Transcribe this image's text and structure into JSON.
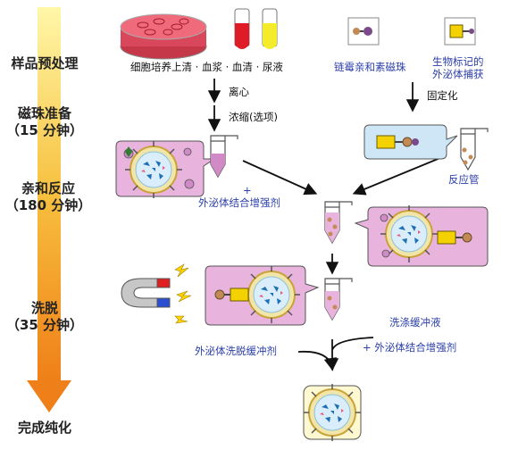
{
  "steps": [
    {
      "label": "样品预处理",
      "time": ""
    },
    {
      "label": "磁珠准备",
      "time": "（15 分钟）"
    },
    {
      "label": "亲和反应",
      "time": "（180 分钟）"
    },
    {
      "label": "洗脱",
      "time": "（35 分钟）"
    },
    {
      "label": "完成纯化",
      "time": ""
    }
  ],
  "samples_label": "细胞培养上清 · 血浆 · 血清 · 尿液",
  "streptavidin_beads_label": "链霉亲和素磁珠",
  "biotin_capture_label_1": "生物标记的",
  "biotin_capture_label_2": "外泌体捕获",
  "centrifuge_label": "离心",
  "concentrate_label": "浓缩(选项)",
  "immobilize_label": "固定化",
  "plus_sign": "+",
  "binding_enhancer_label": "外泌体结合增强剂",
  "reaction_tube_label": "反应管",
  "elution_buffer_label": "外泌体洗脱缓冲剂",
  "wash_buffer_label": "洗涤缓冲液",
  "plus_binding_enhancer_label": "+ 外泌体结合增强剂",
  "colors": {
    "bar_top": "#fff07a",
    "bar_bottom": "#f08a1c",
    "callout_pink": "#e8b3dd",
    "callout_blue": "#cfe6f7",
    "label_blue": "#2b3fa8"
  }
}
